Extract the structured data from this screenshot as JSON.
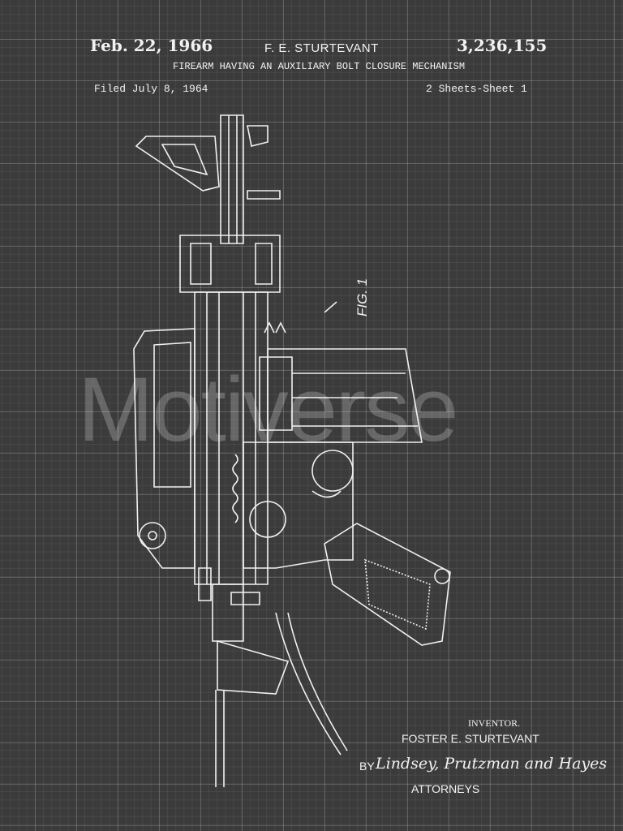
{
  "header": {
    "date": "Feb. 22, 1966",
    "inventor_short": "F. E. STURTEVANT",
    "patent_number": "3,236,155",
    "title": "FIREARM HAVING AN AUXILIARY BOLT CLOSURE MECHANISM",
    "filed": "Filed July 8, 1964",
    "sheets": "2 Sheets-Sheet 1"
  },
  "drawing": {
    "figure_label": "FIG. 1"
  },
  "footer": {
    "inventor_label": "INVENTOR.",
    "inventor_name": "FOSTER E. STURTEVANT",
    "by": "BY",
    "attorneys_signature": "Lindsey, Prutzman and Hayes",
    "attorneys_label": "ATTORNEYS"
  },
  "watermark": "Motiverse",
  "colors": {
    "background": "#3b3b3b",
    "ink": "#f2f2f2"
  }
}
